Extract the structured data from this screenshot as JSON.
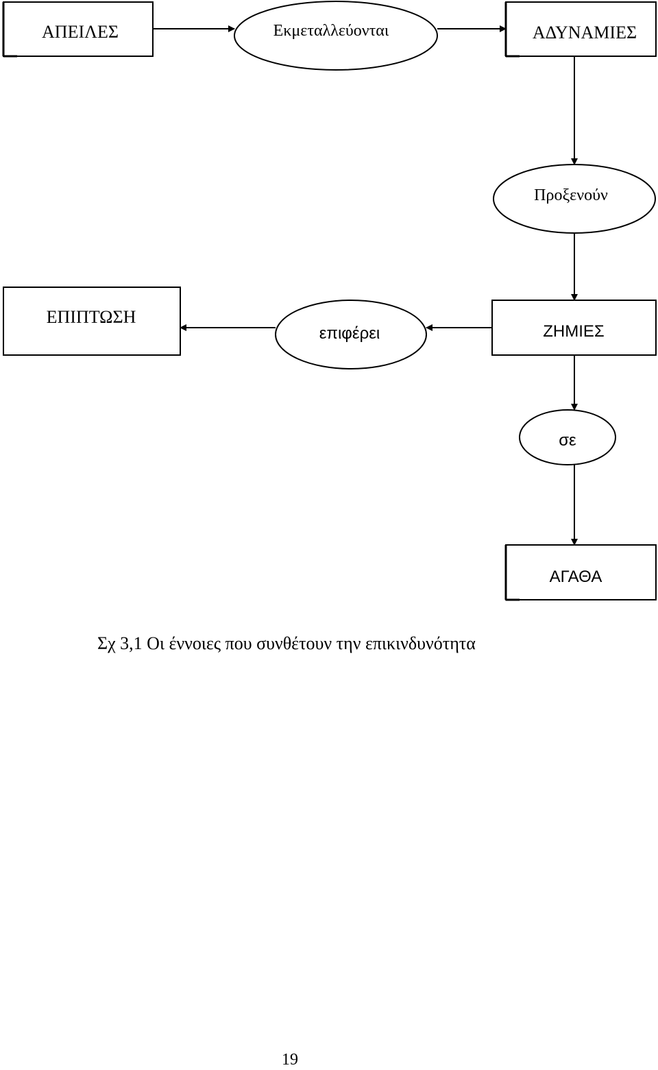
{
  "nodes": {
    "threats": "ΑΠΕΙΛΕΣ",
    "exploit": "Εκμεταλλεύονται",
    "vulnerabilities": "ΑΔΥΝΑΜΙΕΣ",
    "cause": "Προξενούν",
    "impact": "ΕΠΙΠΤΩΣΗ",
    "brings": "επιφέρει",
    "damages": "ΖΗΜΙΕΣ",
    "in": "σε",
    "assets": "ΑΓΑΘΑ"
  },
  "caption": "Σχ 3,1 Οι έννοιες που συνθέτουν την επικινδυνότητα",
  "page_number": "19"
}
